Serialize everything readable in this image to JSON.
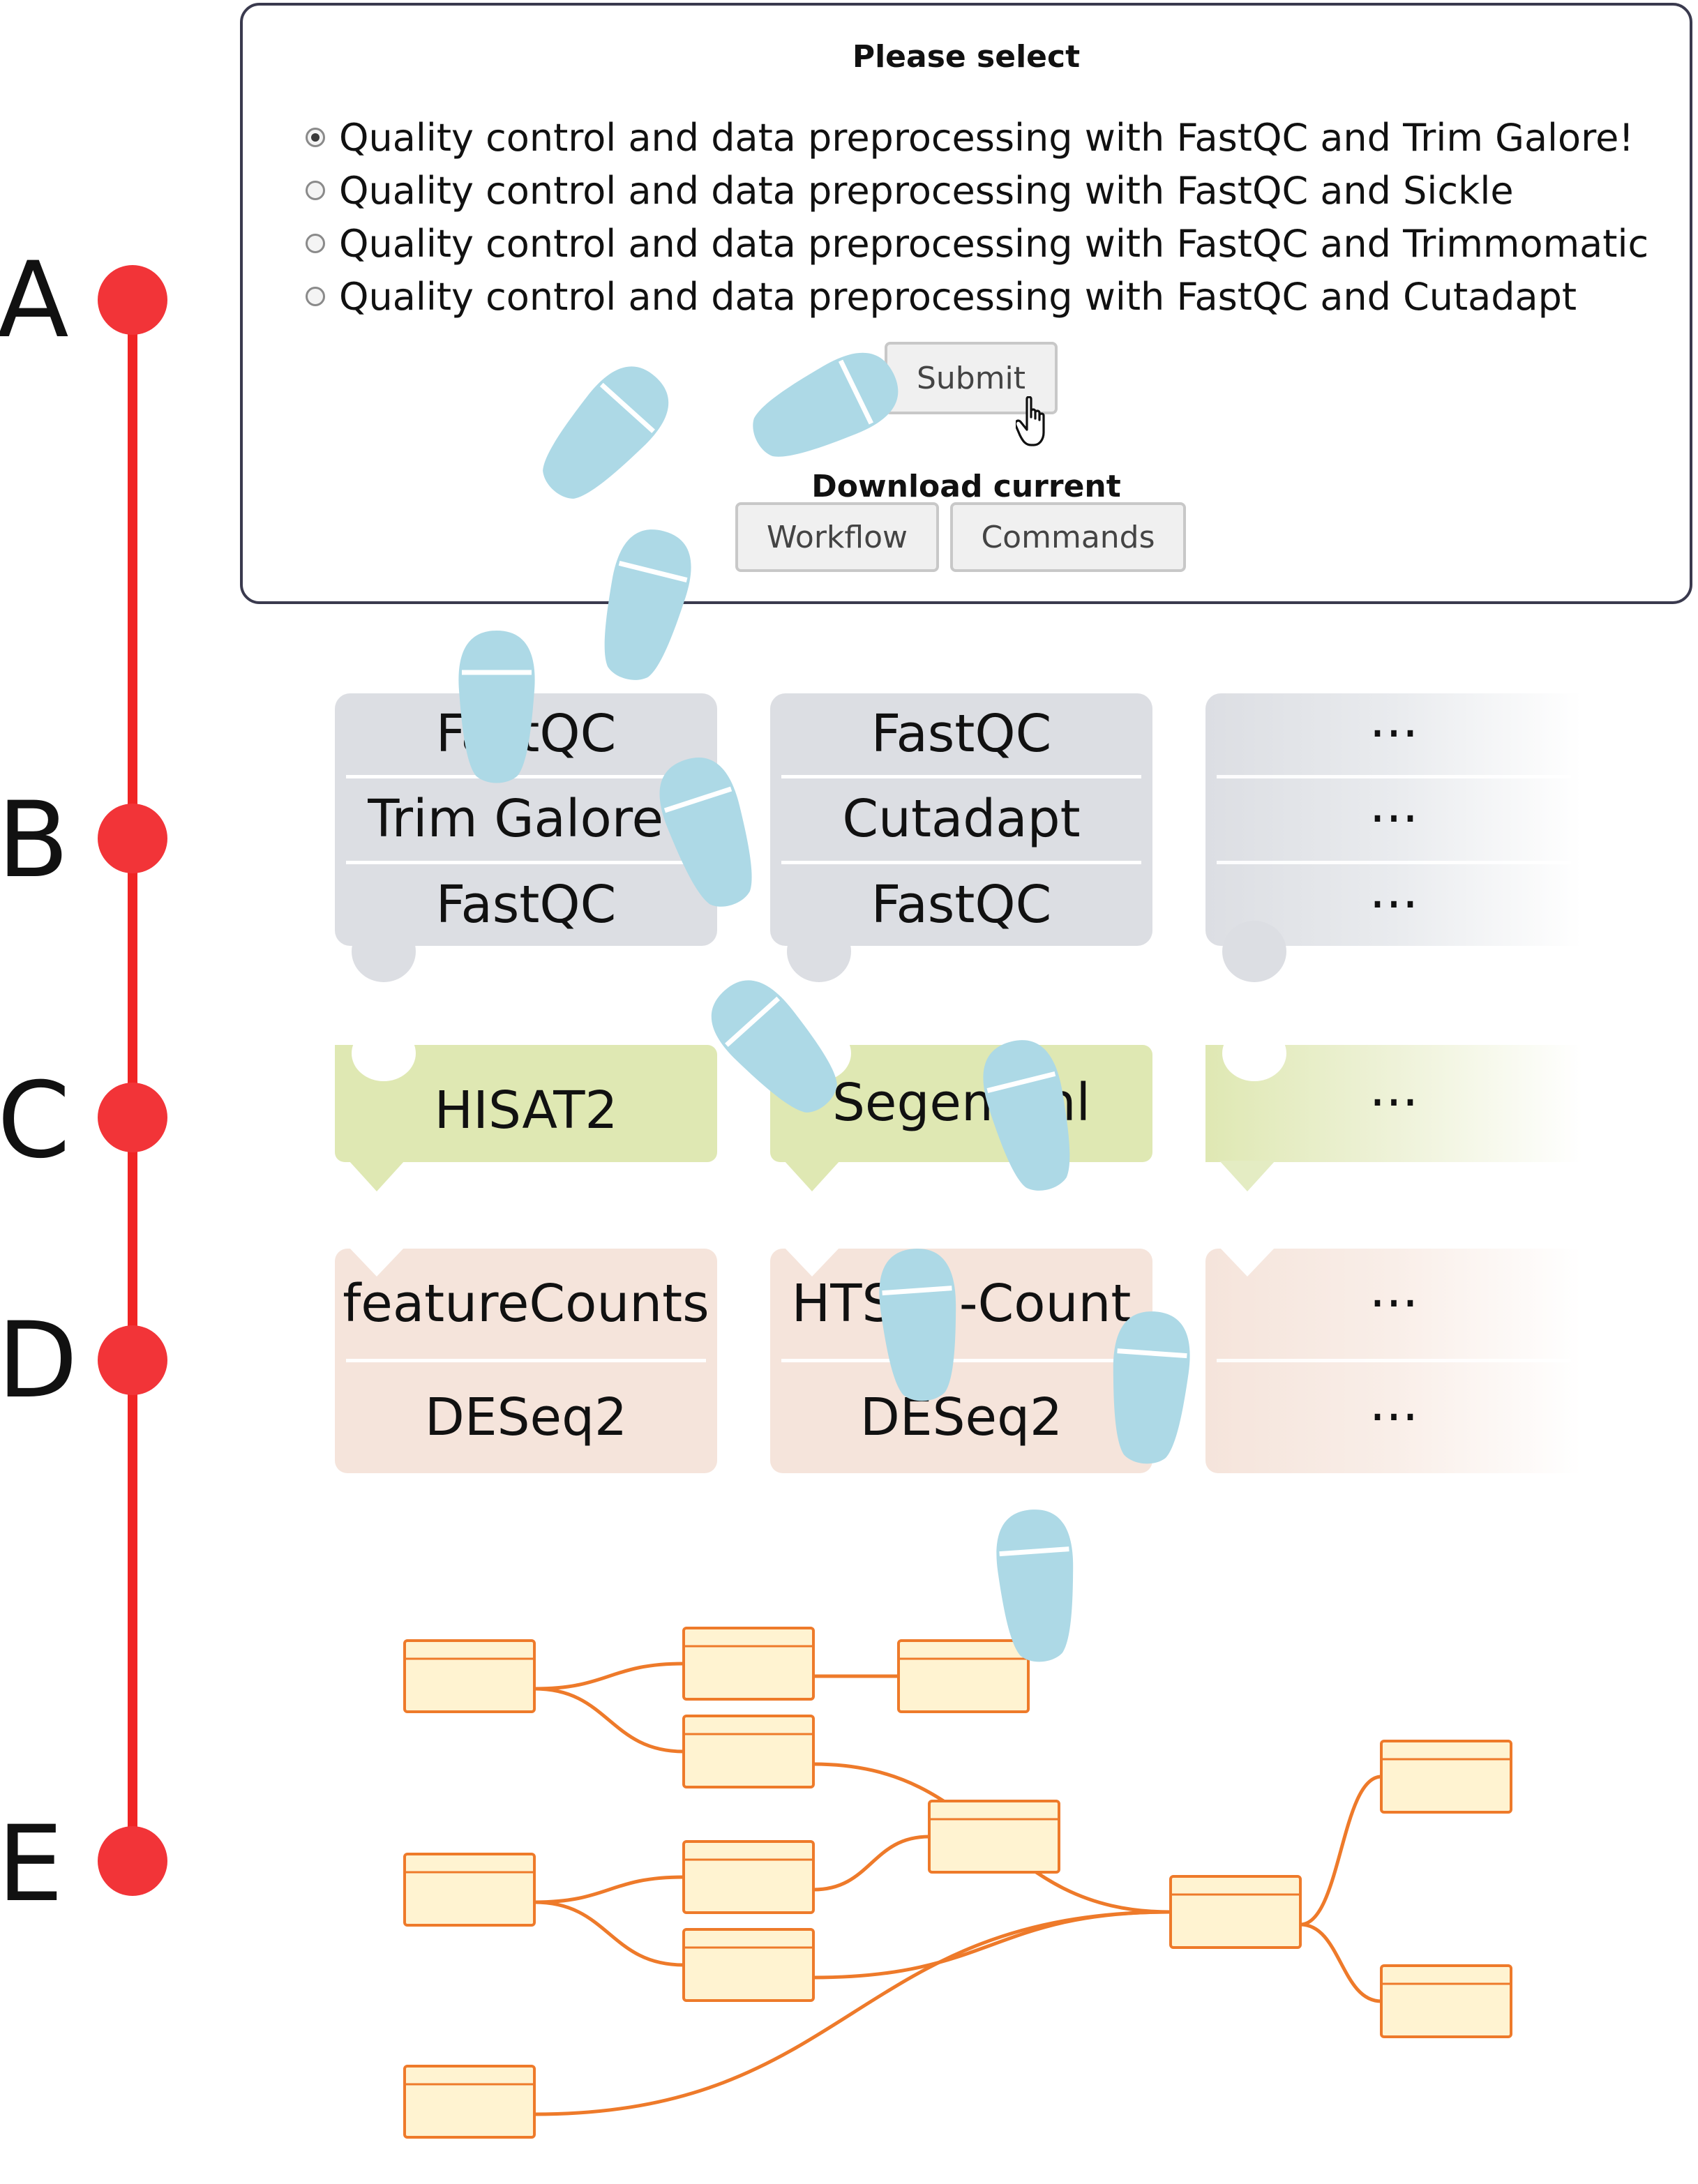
{
  "panel": {
    "title": "Please select",
    "options": [
      {
        "label": "Quality control and data preprocessing with FastQC and Trim Galore!",
        "selected": true
      },
      {
        "label": "Quality control and data preprocessing with FastQC and Sickle",
        "selected": false
      },
      {
        "label": "Quality control and data preprocessing with FastQC and Trimmomatic",
        "selected": false
      },
      {
        "label": "Quality control and data preprocessing with FastQC and Cutadapt",
        "selected": false
      }
    ],
    "submit_label": "Submit",
    "download_title": "Download current",
    "workflow_label": "Workflow",
    "commands_label": "Commands"
  },
  "stages": [
    "A",
    "B",
    "C",
    "D",
    "E"
  ],
  "blocks": {
    "preprocessing": [
      [
        "FastQC",
        "Trim Galore!",
        "FastQC"
      ],
      [
        "FastQC",
        "Cutadapt",
        "FastQC"
      ],
      [
        "···",
        "···",
        "···"
      ]
    ],
    "mapping": [
      "HISAT2",
      "Segemehl",
      "···"
    ],
    "quantification": [
      [
        "featureCounts",
        "DESeq2"
      ],
      [
        "HTSeq-Count",
        "DESeq2"
      ],
      [
        "···",
        "···"
      ]
    ]
  },
  "colors": {
    "timeline": "#f02424",
    "stage_dot": "#f23438",
    "footprint": "#add9e6",
    "preprocessing_block": "#dcdee3",
    "mapping_block": "#dfe8b3",
    "quantification_block": "#f5e4db",
    "workflow_node_fill": "#fff3d1",
    "workflow_edge": "#ee7a2a"
  }
}
